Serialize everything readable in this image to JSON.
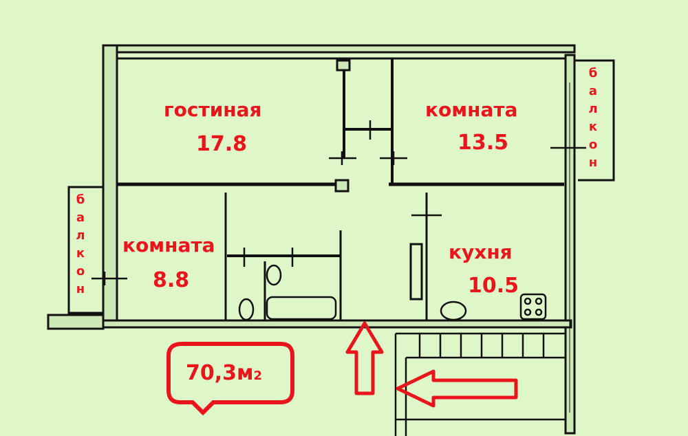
{
  "rooms": [
    {
      "name": "гостиная",
      "area": "17.8"
    },
    {
      "name": "комната",
      "area": "13.5"
    },
    {
      "name": "комната",
      "area": "8.8"
    },
    {
      "name": "кухня",
      "area": "10.5"
    }
  ],
  "balconies": [
    {
      "letters": [
        "б",
        "а",
        "л",
        "к",
        "о",
        "н"
      ]
    },
    {
      "letters": [
        "б",
        "а",
        "л",
        "к",
        "о",
        "н"
      ]
    }
  ],
  "total_area": {
    "value": "70,3м",
    "unit_suffix": "2"
  },
  "colors": {
    "background": "#dff6c9",
    "label": "#e8161c",
    "wall": "#111111"
  }
}
